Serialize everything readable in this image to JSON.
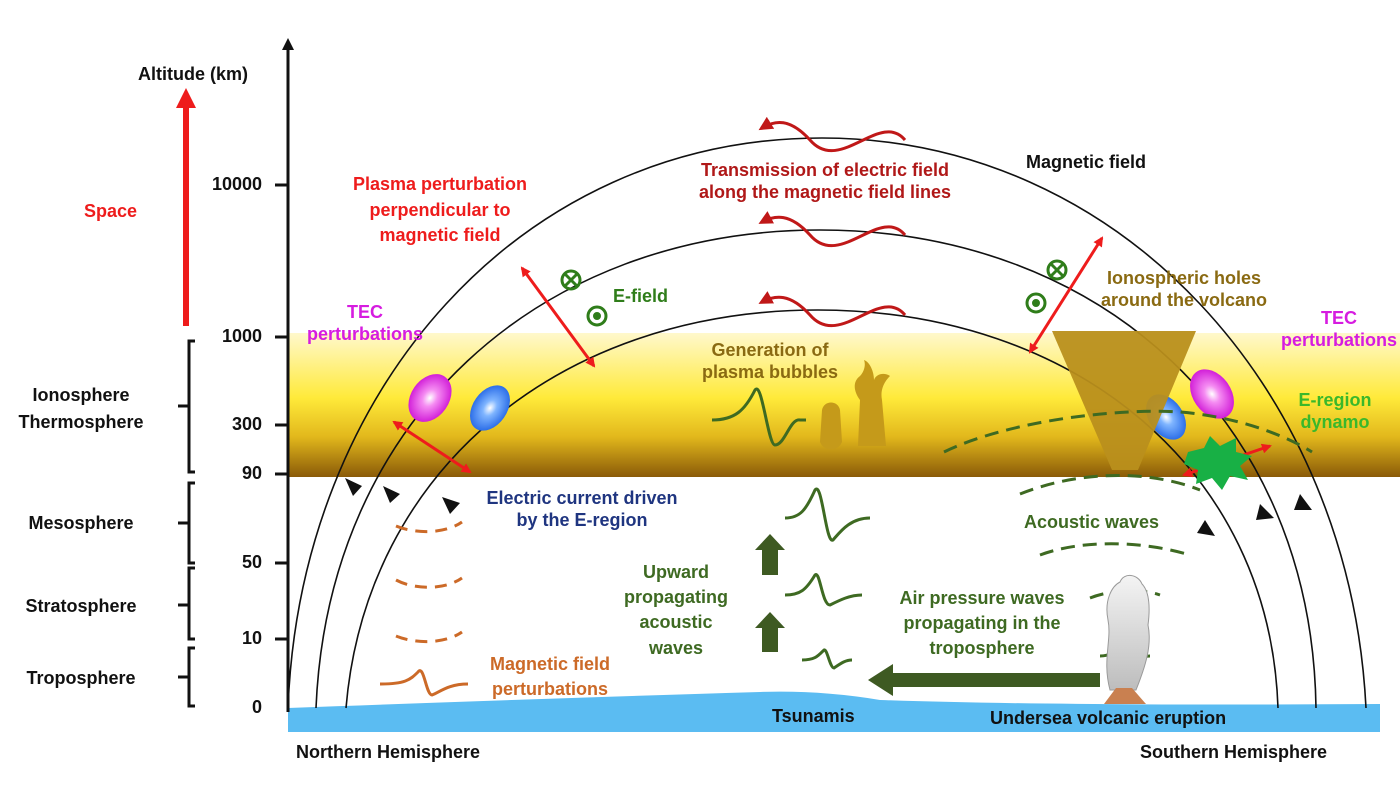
{
  "axis": {
    "title": "Altitude (km)",
    "ticks": [
      "10000",
      "1000",
      "300",
      "90",
      "50",
      "10",
      "0"
    ]
  },
  "space_label": "Space",
  "layers": [
    "Ionosphere",
    "Thermosphere",
    "Mesosphere",
    "Stratosphere",
    "Troposphere"
  ],
  "labels": {
    "magnetic_field": "Magnetic field",
    "transmission": [
      "Transmission of electric field",
      "along the magnetic field lines"
    ],
    "plasma_perturbation": [
      "Plasma perturbation",
      "perpendicular to",
      "magnetic field"
    ],
    "efield": "E-field",
    "tec_left": [
      "TEC",
      "perturbations"
    ],
    "tec_right": [
      "TEC",
      "perturbations"
    ],
    "bubbles": [
      "Generation of",
      "plasma bubbles"
    ],
    "holes": [
      "Ionospheric holes",
      "around the volcano"
    ],
    "eregion_dynamo": [
      "E-region",
      "dynamo"
    ],
    "electric_current": [
      "Electric current driven",
      "by the E-region"
    ],
    "acoustic_waves": "Acoustic waves",
    "upward": [
      "Upward",
      "propagating",
      "acoustic",
      "waves"
    ],
    "air_pressure": [
      "Air pressure waves",
      "propagating in the",
      "troposphere"
    ],
    "mag_perturbations": [
      "Magnetic field",
      "perturbations"
    ],
    "tsunamis": "Tsunamis",
    "eruption": "Undersea volcanic eruption",
    "north": "Northern Hemisphere",
    "south": "Southern Hemisphere"
  },
  "colors": {
    "ionosphere_top": "#fff6c0",
    "ionosphere_mid": "#ffe84a",
    "ionosphere_bottom": "#8a5a0a",
    "ocean": "#5bbcf2",
    "arrows": "#ee1c1c",
    "waves": "#3e6a22",
    "volcano": "#c59a1a"
  }
}
